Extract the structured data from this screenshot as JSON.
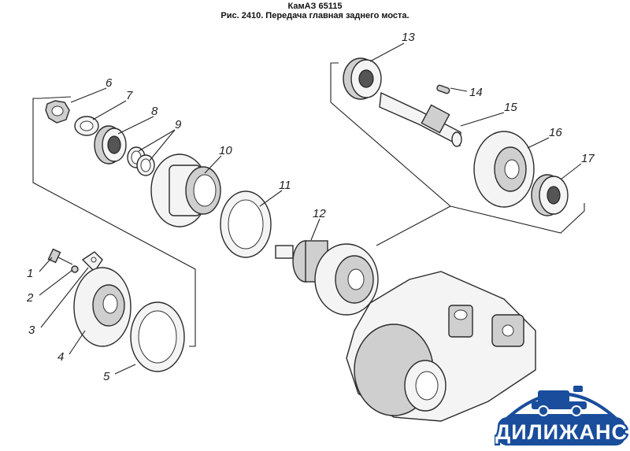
{
  "header": {
    "model": "КамАЗ 65115",
    "caption": "Рис. 2410. Передача главная заднего моста."
  },
  "callouts": [
    "1",
    "2",
    "3",
    "4",
    "5",
    "6",
    "7",
    "8",
    "9",
    "10",
    "11",
    "12",
    "13",
    "14",
    "15",
    "16",
    "17"
  ],
  "logo": {
    "brand": "ДИЛИЖАНС",
    "icon": "vintage-car-icon",
    "color": "#1a4d9c"
  }
}
